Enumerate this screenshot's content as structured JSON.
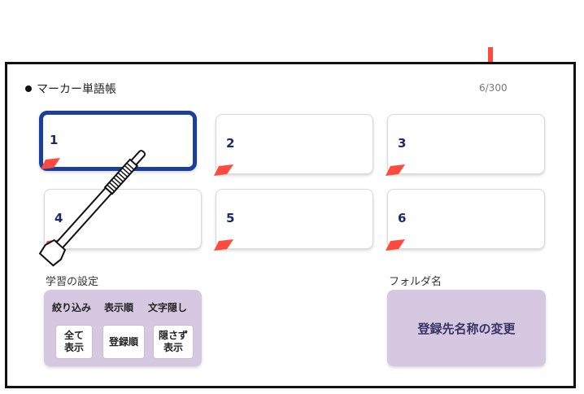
{
  "header": {
    "title": "マーカー単語帳",
    "counter": "6/300"
  },
  "cards": [
    {
      "number": "1",
      "selected": true
    },
    {
      "number": "2"
    },
    {
      "number": "3"
    },
    {
      "number": "4"
    },
    {
      "number": "5"
    },
    {
      "number": "6"
    }
  ],
  "settings": {
    "label": "学習の設定",
    "columns": [
      {
        "heading": "絞り込み",
        "button_line1": "全て",
        "button_line2": "表示"
      },
      {
        "heading": "表示順",
        "button_line1": "登録順",
        "button_line2": ""
      },
      {
        "heading": "文字隠し",
        "button_line1": "隠さず",
        "button_line2": "表示"
      }
    ]
  },
  "folder": {
    "label": "フォルダ名",
    "rename_button": "登録先名称の変更"
  },
  "colors": {
    "accent_red": "#ff4a3d",
    "selection_blue": "#1b3f9c",
    "panel_purple": "#d6c8e0"
  },
  "icons": {
    "flag": "red-marker-flag-icon",
    "stylus": "stylus-pen-icon"
  }
}
